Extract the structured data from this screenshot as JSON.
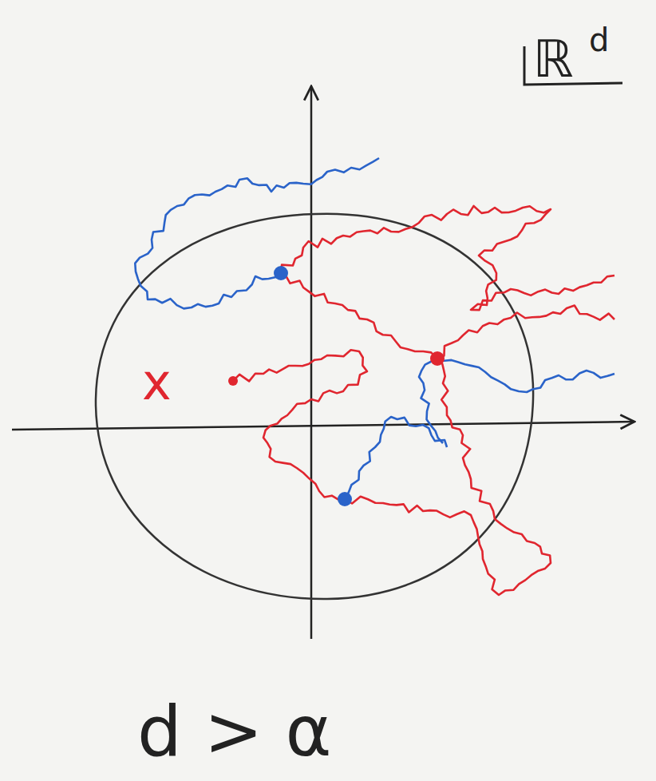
{
  "diagram": {
    "labels": [
      "x",
      "ℝ",
      "d",
      "d > α"
    ]
  }
}
